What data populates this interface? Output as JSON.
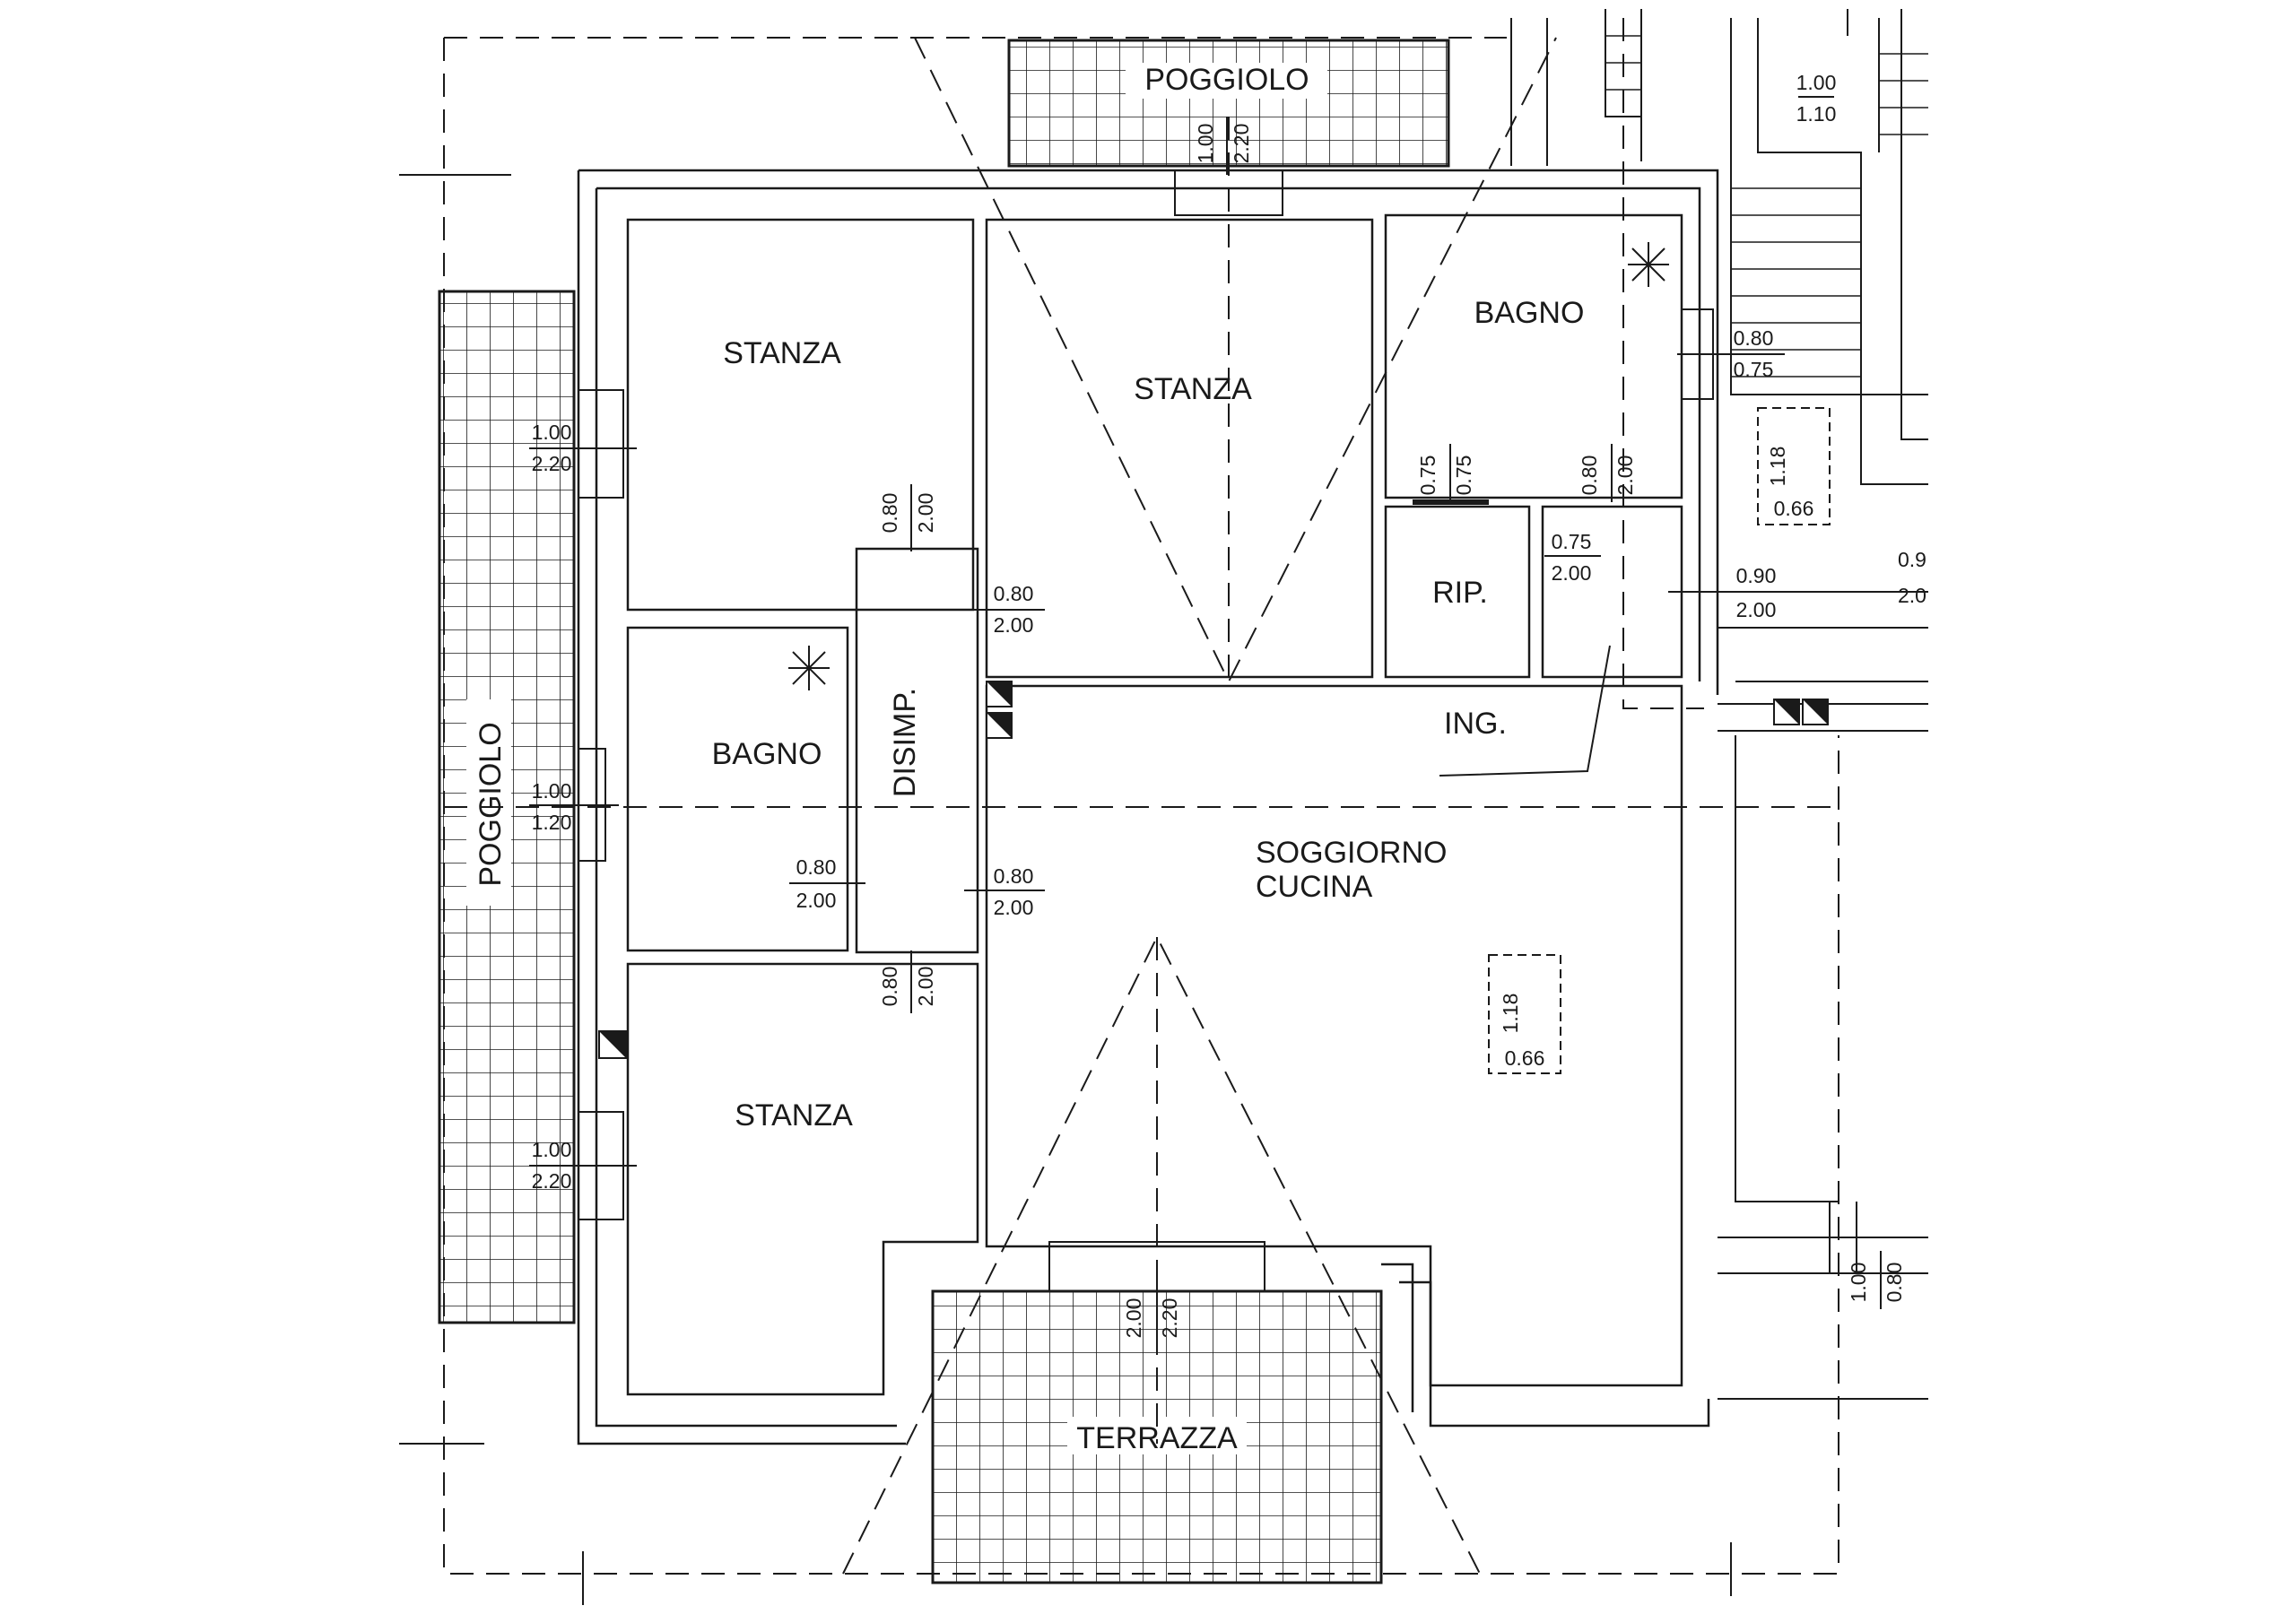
{
  "rooms": {
    "stanza_top_left": "STANZA",
    "stanza_top_center": "STANZA",
    "stanza_bottom_left": "STANZA",
    "bagno_top_right": "BAGNO",
    "bagno_left": "BAGNO",
    "rip": "RIP.",
    "disimp": "DISIMP.",
    "ing": "ING.",
    "soggiorno_line1": "SOGGIORNO",
    "soggiorno_line2": "CUCINA",
    "poggiolo_top": "POGGIOLO",
    "poggiolo_left": "POGGIOLO",
    "terrazza": "TERRAZZA"
  },
  "dimensions": {
    "top_window": [
      "1.00",
      "2.20"
    ],
    "top_right_edge": [
      "1.00",
      "1.10"
    ],
    "stanza_tl_window": [
      "1.00",
      "2.20"
    ],
    "stanza_tl_door": [
      "0.80",
      "2.00"
    ],
    "bagno_left_window": [
      "1.00",
      "1.20"
    ],
    "bagno_left_door": [
      "0.80",
      "2.00"
    ],
    "disimp_door_top": [
      "0.80",
      "2.00"
    ],
    "disimp_door_bottom": [
      "0.80",
      "2.00"
    ],
    "stanza_bl_door": [
      "0.80",
      "2.00"
    ],
    "stanza_bl_window": [
      "1.00",
      "2.20"
    ],
    "bagno_tr_window": [
      "0.80",
      "0.75"
    ],
    "bagno_tr_door": [
      "0.80",
      "2.00"
    ],
    "rip_door": [
      "0.75",
      "0.75"
    ],
    "ing_door": [
      "0.75",
      "2.00"
    ],
    "entrance_door": [
      "0.90",
      "2.00"
    ],
    "right_edge_partial": [
      "0.9",
      "2.0"
    ],
    "shaft_right": [
      "1.18",
      "0.66"
    ],
    "shaft_center": [
      "1.18",
      "0.66"
    ],
    "terrazza_door": [
      "2.00",
      "2.20"
    ],
    "bottom_right_window": [
      "1.00",
      "0.80"
    ]
  }
}
